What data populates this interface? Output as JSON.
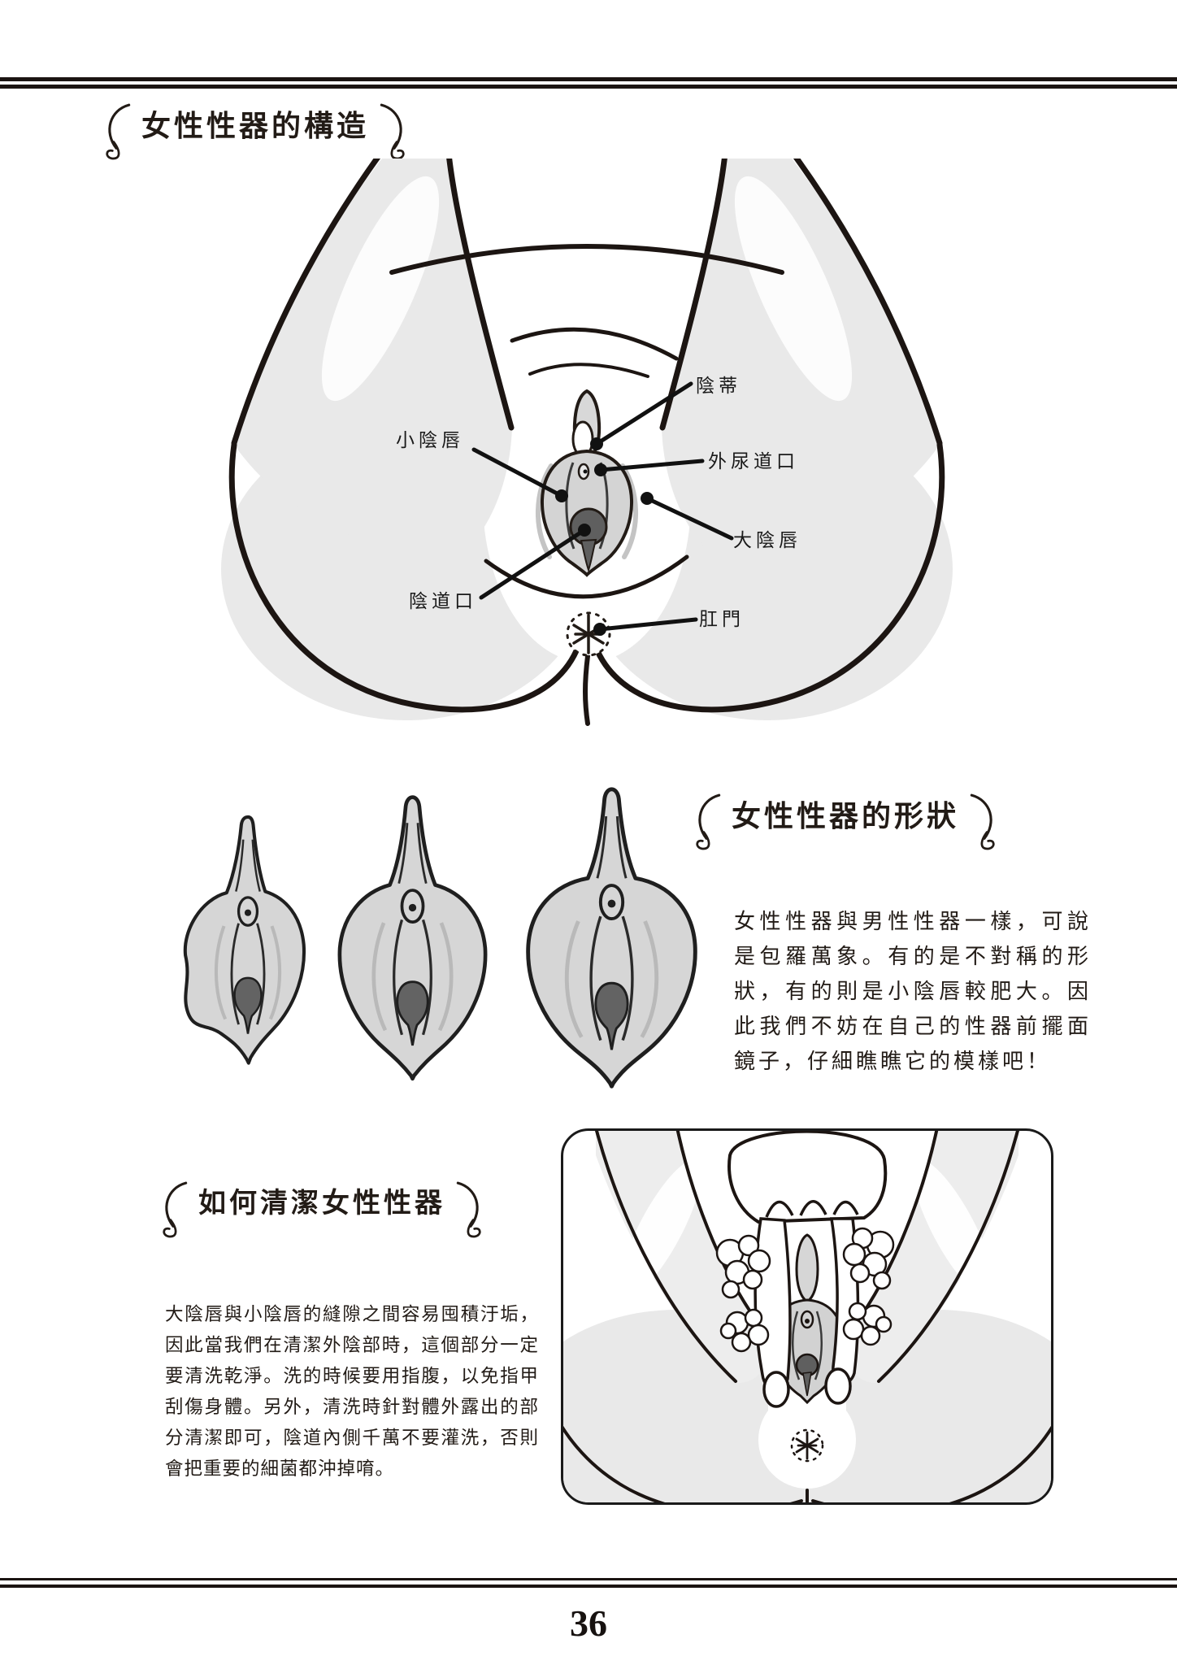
{
  "page": {
    "number": "36"
  },
  "colors": {
    "ink": "#1a1a1a",
    "thigh_gray": "#e9e9e9",
    "vulva_gray": "#d4d4d4",
    "opening_gray": "#5f5f5f"
  },
  "sections": {
    "anatomy": {
      "title": "女性性器的構造",
      "labels": {
        "clitoris": "陰蒂",
        "labia_minora": "小陰唇",
        "urethral_opening": "外尿道口",
        "labia_majora": "大陰唇",
        "vaginal_opening": "陰道口",
        "anus": "肛門"
      }
    },
    "shapes": {
      "title": "女性性器的形狀",
      "paragraph": "女性性器與男性性器一樣，可說是包羅萬象。有的是不對稱的形狀，有的則是小陰唇較肥大。因此我們不妨在自己的性器前擺面鏡子，仔細瞧瞧它的模樣吧！"
    },
    "cleaning": {
      "title": "如何清潔女性性器",
      "paragraph": "大陰唇與小陰唇的縫隙之間容易囤積汙垢，因此當我們在清潔外陰部時，這個部分一定要清洗乾淨。洗的時候要用指腹，以免指甲刮傷身體。另外，清洗時針對體外露出的部分清潔即可，陰道內側千萬不要灌洗，否則會把重要的細菌都沖掉唷。"
    }
  }
}
